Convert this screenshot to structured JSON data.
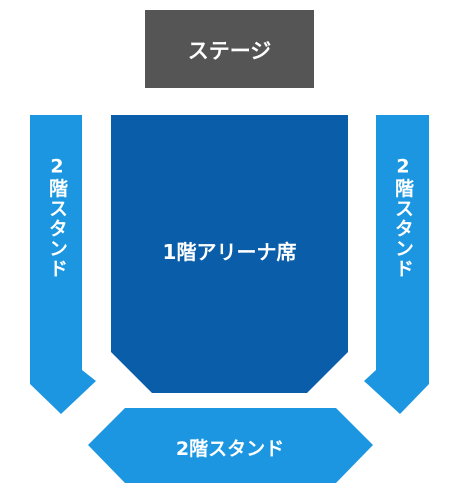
{
  "stage": {
    "label": "ステージ",
    "color": "#555555"
  },
  "arena": {
    "label": "1階アリーナ席",
    "color": "#0a5da8"
  },
  "stand_left": {
    "label": "2階スタンド",
    "color": "#1c96e0"
  },
  "stand_right": {
    "label": "2階スタンド",
    "color": "#1c96e0"
  },
  "stand_bottom": {
    "label": "2階スタンド",
    "color": "#1c96e0"
  }
}
